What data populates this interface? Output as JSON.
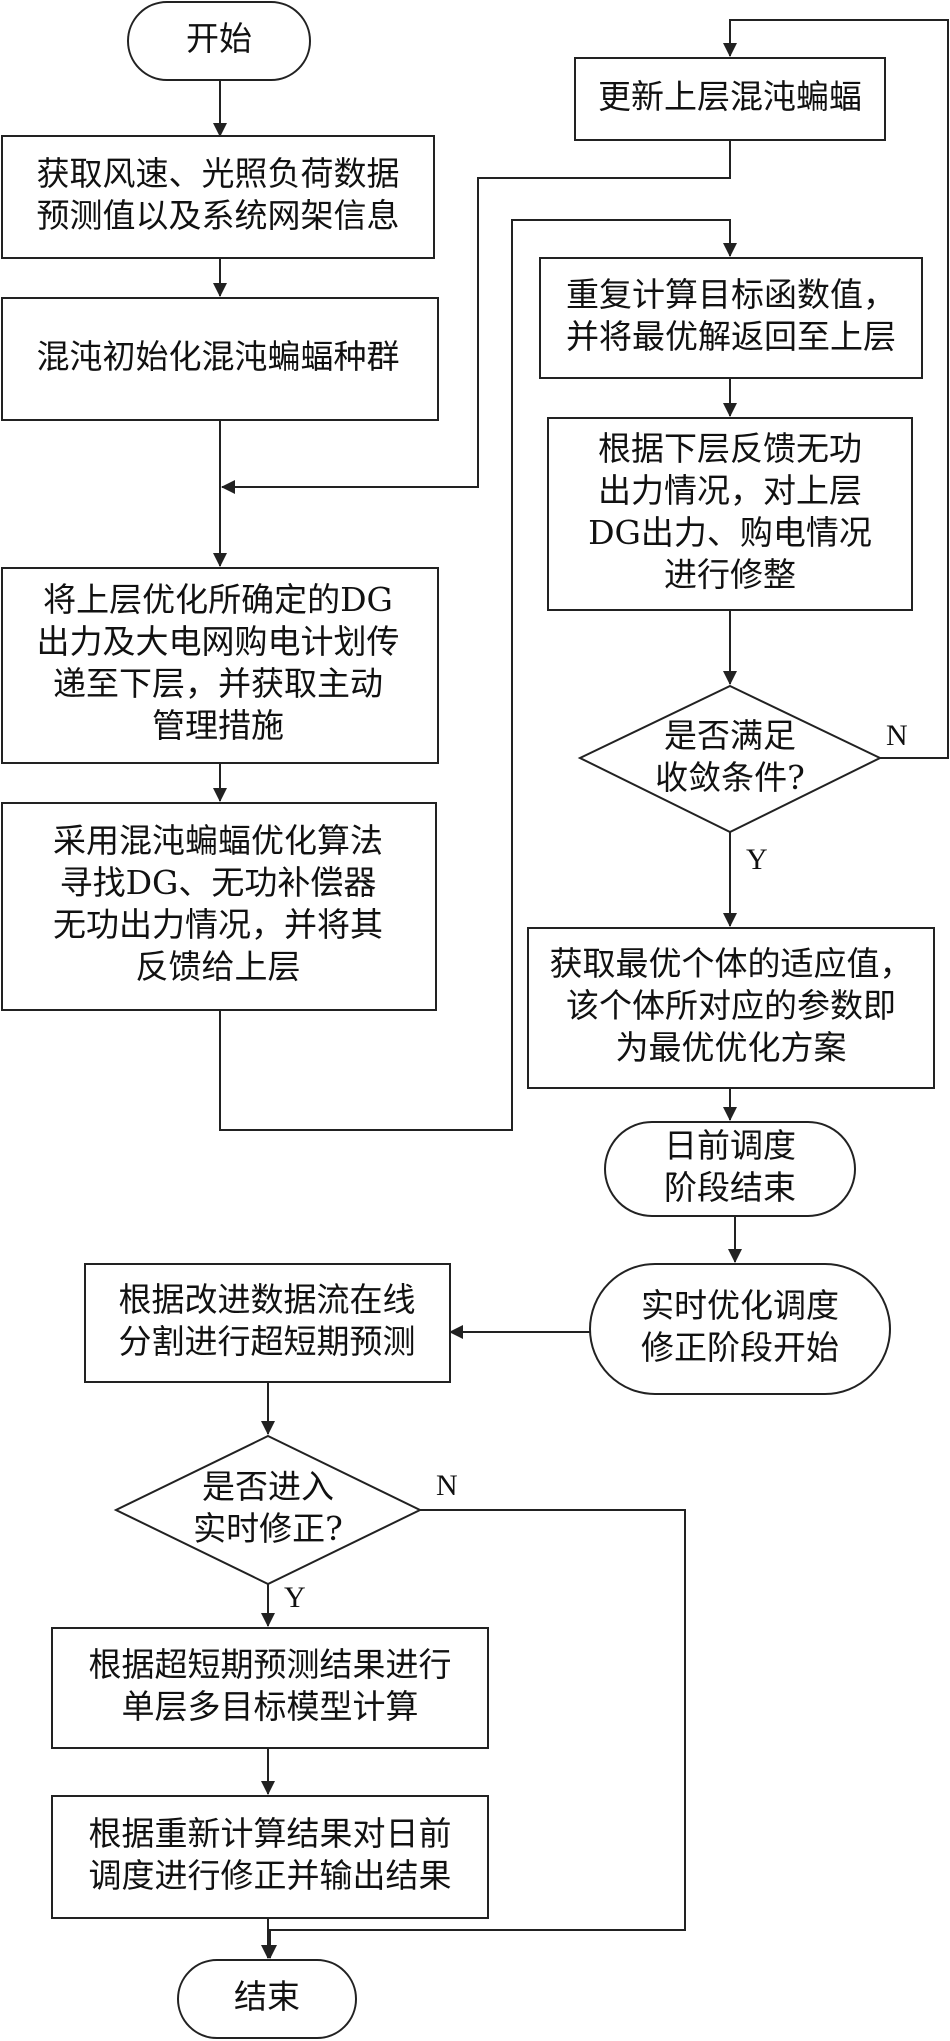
{
  "nodes": {
    "start": {
      "lines": [
        "开始"
      ]
    },
    "get_data": {
      "lines": [
        "获取风速、光照负荷数据",
        "预测值以及系统网架信息"
      ]
    },
    "chaos_init": {
      "lines": [
        "混沌初始化混沌蝙蝠种群"
      ]
    },
    "pass_down": {
      "lines": [
        "将上层优化所确定的DG",
        "出力及大电网购电计划传",
        "递至下层，并获取主动",
        "管理措施"
      ]
    },
    "lower_opt": {
      "lines": [
        "采用混沌蝙蝠优化算法",
        "寻找DG、无功补偿器",
        "无功出力情况，并将其",
        "反馈给上层"
      ]
    },
    "update_upper": {
      "lines": [
        "更新上层混沌蝙蝠"
      ]
    },
    "recompute": {
      "lines": [
        "重复计算目标函数值，",
        "并将最优解返回至上层"
      ]
    },
    "adjust": {
      "lines": [
        "根据下层反馈无功",
        "出力情况，对上层",
        "DG出力、购电情况",
        "进行修整"
      ]
    },
    "converge": {
      "lines": [
        "是否满足",
        "收敛条件?"
      ]
    },
    "best_individual": {
      "lines": [
        "获取最优个体的适应值，",
        "该个体所对应的参数即",
        "为最优优化方案"
      ]
    },
    "dayahead_end": {
      "lines": [
        "日前调度",
        "阶段结束"
      ]
    },
    "realtime_start": {
      "lines": [
        "实时优化调度",
        "修正阶段开始"
      ]
    },
    "ultra_short": {
      "lines": [
        "根据改进数据流在线",
        "分割进行超短期预测"
      ]
    },
    "enter_realtime": {
      "lines": [
        "是否进入",
        "实时修正?"
      ]
    },
    "single_layer": {
      "lines": [
        "根据超短期预测结果进行",
        "单层多目标模型计算"
      ]
    },
    "correct_output": {
      "lines": [
        "根据重新计算结果对日前",
        "调度进行修正并输出结果"
      ]
    },
    "end": {
      "lines": [
        "结束"
      ]
    }
  },
  "edge_labels": {
    "converge_no": "N",
    "converge_yes": "Y",
    "realtime_no": "N",
    "realtime_yes": "Y"
  },
  "colors": {
    "stroke": "#222222",
    "text": "#111111",
    "background": "#ffffff"
  }
}
